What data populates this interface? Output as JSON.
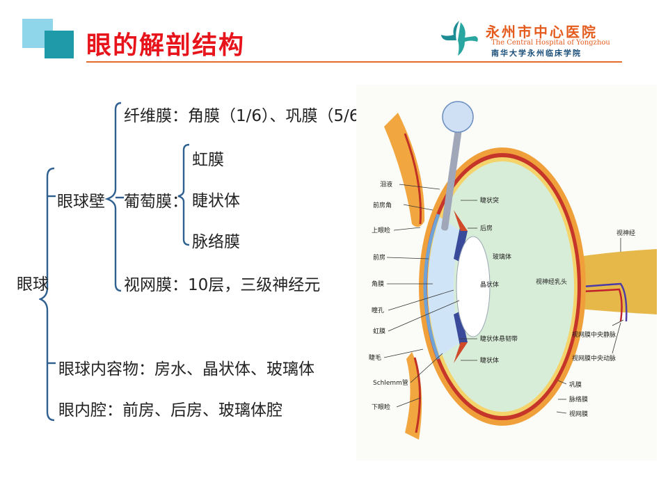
{
  "header": {
    "title": "眼的解剖结构",
    "logo": {
      "name_cn": "永州市中心医院",
      "name_en": "The Central Hospital of Yongzhou",
      "subtitle": "南华大学永州临床学院"
    }
  },
  "tree": {
    "root": "眼球",
    "wall": {
      "label": "眼球壁",
      "fibrous": "纤维膜：角膜（1/6）、巩膜（5/6）",
      "uvea": {
        "label": "葡萄膜：",
        "items": [
          "虹膜",
          "睫状体",
          "脉络膜"
        ]
      },
      "retina": "视网膜：10层，三级神经元"
    },
    "contents": "眼球内容物：房水、晶状体、玻璃体",
    "cavity": "眼内腔：前房、后房、玻璃体腔"
  },
  "diagram": {
    "left_labels": [
      "泪液",
      "前房角",
      "上眼睑",
      "前房",
      "角膜",
      "瞳孔",
      "虹膜",
      "睫毛",
      "Schlemm管",
      "下眼睑"
    ],
    "inner_labels": [
      "睫状突",
      "后房",
      "玻璃体",
      "晶状体",
      "睫状体悬韧带",
      "睫状体"
    ],
    "right_labels": [
      "视神经",
      "视神经乳头",
      "视网膜中央静脉",
      "视网膜中央动脉"
    ],
    "layer_labels": [
      "巩膜",
      "脉络膜",
      "视网膜"
    ]
  }
}
